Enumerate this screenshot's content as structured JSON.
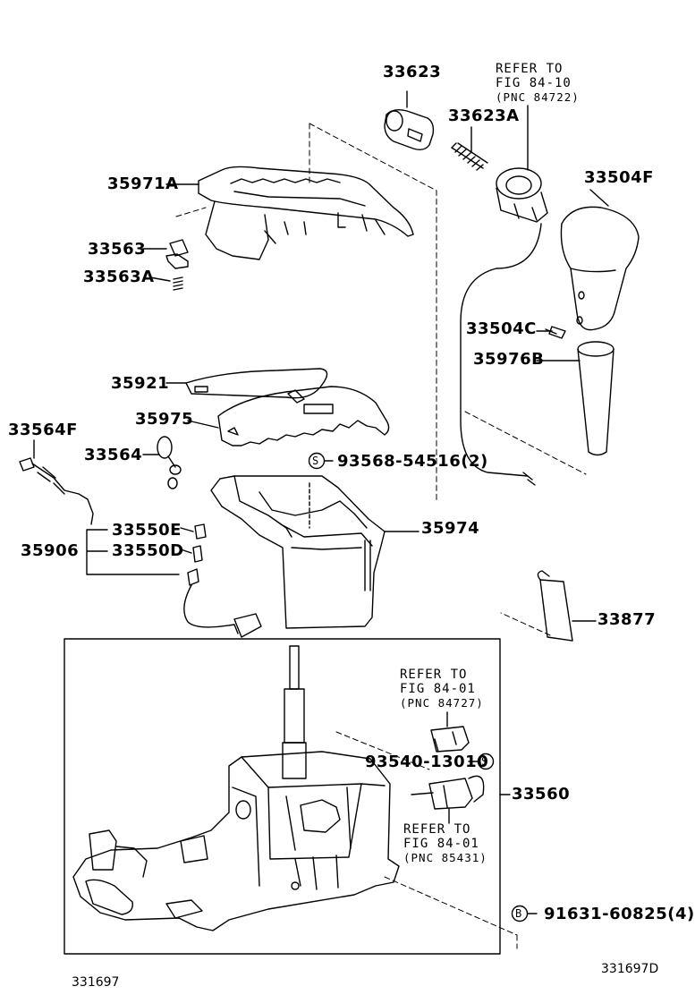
{
  "parts": {
    "p33623": "33623",
    "p33623A": "33623A",
    "p35971A": "35971A",
    "p33504F": "33504F",
    "p33563": "33563",
    "p33563A": "33563A",
    "p33504C": "33504C",
    "p35976B": "35976B",
    "p35921": "35921",
    "p35975": "35975",
    "p33564F": "33564F",
    "p33564": "33564",
    "p93568": "93568-54516(2)",
    "p35974": "35974",
    "p33550E": "33550E",
    "p35906": "35906",
    "p33550D": "33550D",
    "p33877": "33877",
    "p93540": "93540-13010",
    "p33560": "33560",
    "p91631": "91631-60825(4)"
  },
  "symbols": {
    "s": "S",
    "b": "B"
  },
  "refs": {
    "r1": {
      "l1": "REFER TO",
      "l2": "FIG 84-10",
      "l3": "(PNC 84722)"
    },
    "r2": {
      "l1": "REFER TO",
      "l2": "FIG 84-01",
      "l3": "(PNC 84727)"
    },
    "r3": {
      "l1": "REFER TO",
      "l2": "FIG 84-01",
      "l3": "(PNC 85431)"
    }
  },
  "footer": {
    "left_code": "331697",
    "right_code": "331697D"
  }
}
